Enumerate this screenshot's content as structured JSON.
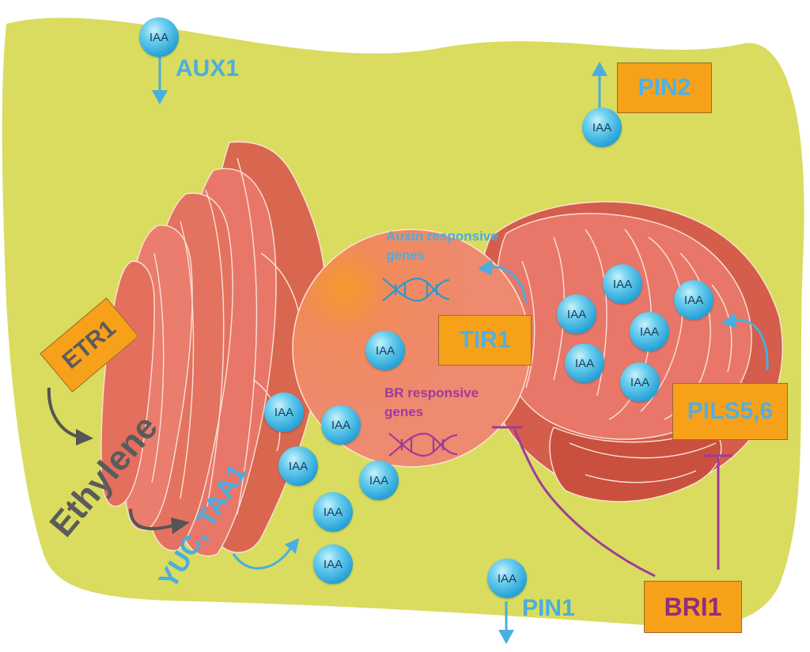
{
  "colors": {
    "cytoplasm": "#d9dc5e",
    "organelle": "#e8776a",
    "nucleus": "#ee8a6f",
    "label_blue": "#49aee0",
    "label_grey": "#5b5b5b",
    "label_purple": "#a03a9c",
    "box_orange": "#f7a11a",
    "box_text_blue": "#4fb0e3",
    "box_text_purple": "#8e2f7e",
    "inhibition_purple": "#a03a9c"
  },
  "boxes": {
    "pin2": "PIN2",
    "etr1": "ETR1",
    "tir1": "TIR1",
    "pils": "PILS5,6",
    "bri1": "BRI1"
  },
  "labels": {
    "aux1": "AUX1",
    "pin1": "PIN1",
    "ethylene": "Ethylene",
    "yuc_taa1": "YUC, TAA1",
    "auxin_genes_line1": "Auxin responsive",
    "auxin_genes_line2": "genes",
    "br_genes_line1": "BR responsive",
    "br_genes_line2": "genes"
  },
  "molecules": {
    "iaa": "IAA"
  },
  "icons": [
    "dna-icon",
    "arrow-icon",
    "inhibition-icon"
  ]
}
